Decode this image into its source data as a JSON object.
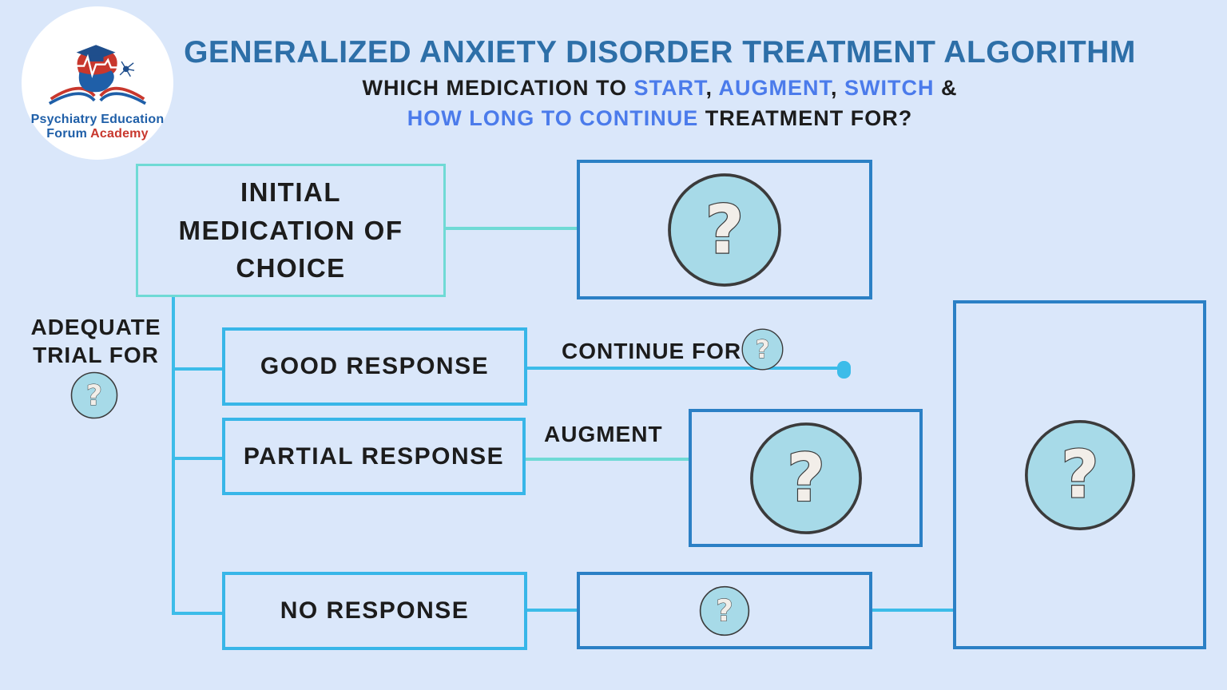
{
  "colors": {
    "background": "#DAE7FA",
    "title_blue": "#2D6FA8",
    "accent_blue": "#4B7BEB",
    "text_dark": "#1C1C1C",
    "mint_line": "#6FDAD5",
    "cyan_line": "#3CBCE9",
    "cyan_box_border": "#38B6E8",
    "blue_box_border": "#2B80C5",
    "question_circle_fill": "#A7DAE8",
    "question_circle_stroke": "#3B3B3B",
    "question_mark_fill": "#F2EEE9",
    "logo_blue": "#1F5FA8",
    "logo_red": "#C8372D"
  },
  "logo": {
    "line1": "Psychiatry Education",
    "line2_word1": "Forum",
    "line2_word2": "Academy"
  },
  "header": {
    "title": "GENERALIZED ANXIETY DISORDER TREATMENT ALGORITHM",
    "subtitle_line1": {
      "s1": "WHICH MEDICATION TO ",
      "s2": "START",
      "s3": ", ",
      "s4": "AUGMENT",
      "s5": ", ",
      "s6": "SWITCH",
      "s7": " &"
    },
    "subtitle_line2": {
      "s1": "HOW LONG TO CONTINUE",
      "s2": " TREATMENT FOR?"
    }
  },
  "flowchart": {
    "initial_box_label": "INITIAL MEDICATION OF CHOICE",
    "adequate_trial_label": "ADEQUATE TRIAL FOR",
    "good_response_label": "GOOD RESPONSE",
    "continue_for_label": "CONTINUE FOR",
    "partial_response_label": "PARTIAL RESPONSE",
    "augment_label": "AUGMENT",
    "no_response_label": "NO RESPONSE",
    "hidden_answer_icon": "question-mark"
  }
}
